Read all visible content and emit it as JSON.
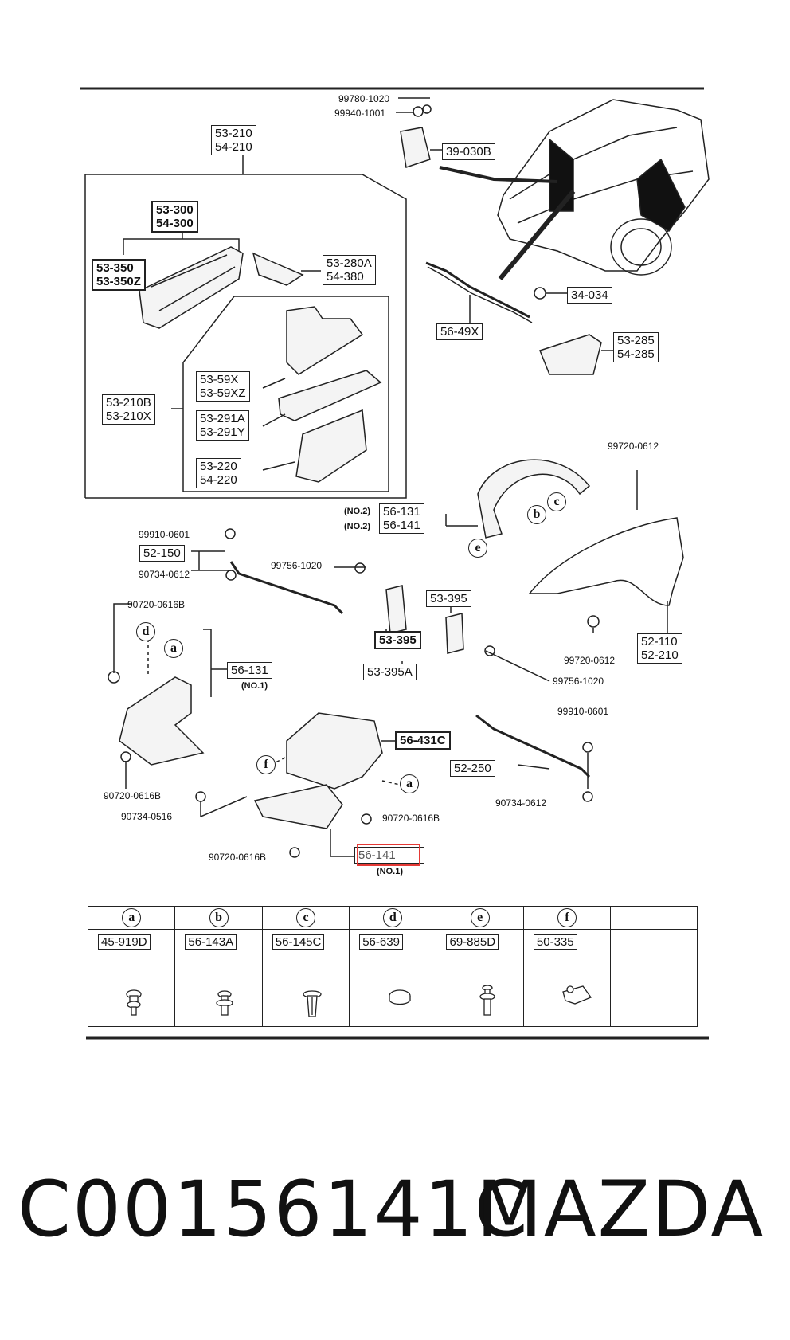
{
  "top_callouts": {
    "bolt_a": "99780-1020",
    "nut_a": "99940-1001",
    "hinge": "39-030B",
    "frame_group": "53-210\n54-210",
    "apron_assy": "53-300\n54-300",
    "apron_panel": "53-350\n53-350Z",
    "bracket": "53-280A\n54-380",
    "inner_group": "53-210B\n53-210X",
    "member_1": "53-59X\n53-59XZ",
    "member_2": "53-291A\n53-291Y",
    "member_3": "53-220\n54-220",
    "stay": "56-49X",
    "nut_b": "34-034",
    "gusset": "53-285\n54-285"
  },
  "mid_callouts": {
    "screw_a": "99720-0612",
    "splash_shield": "56-131\n56-141",
    "no2_top": "(NO.2)",
    "no2_bottom": "(NO.2)",
    "clip_a": "99910-0601",
    "seal": "52-150",
    "screw_b": "90734-0612",
    "bolt_b": "99756-1020",
    "brace_right": "53-395",
    "brace_left": "53-395",
    "brace_assy": "53-395A",
    "fender": "52-110\n52-210",
    "screw_c": "99720-0612",
    "bolt_c": "99756-1020",
    "screw_d": "90720-0616B",
    "under_cover_left": "56-131",
    "no1_left": "(NO.1)"
  },
  "bottom_callouts": {
    "under_cover_front": "56-431C",
    "clip_b": "99910-0601",
    "seal_b": "52-250",
    "screw_e": "90734-0612",
    "screw_f": "90720-0616B",
    "screw_g": "90734-0516",
    "screw_h": "90720-0616B",
    "screw_i": "90720-0616B",
    "highlighted_part": "56-141",
    "no1_bottom": "(NO.1)"
  },
  "circle_markers": [
    "d",
    "a",
    "f",
    "a",
    "b",
    "c",
    "e"
  ],
  "fastener_table": {
    "columns": [
      {
        "key": "a",
        "code": "45-919D"
      },
      {
        "key": "b",
        "code": "56-143A"
      },
      {
        "key": "c",
        "code": "56-145C"
      },
      {
        "key": "d",
        "code": "56-639"
      },
      {
        "key": "e",
        "code": "69-885D"
      },
      {
        "key": "f",
        "code": "50-335"
      },
      {
        "key": "",
        "code": ""
      }
    ]
  },
  "footer": {
    "part_number": "C00156141C",
    "brand": "MAZDA"
  },
  "colors": {
    "line": "#222222",
    "highlight": "#e53935"
  }
}
